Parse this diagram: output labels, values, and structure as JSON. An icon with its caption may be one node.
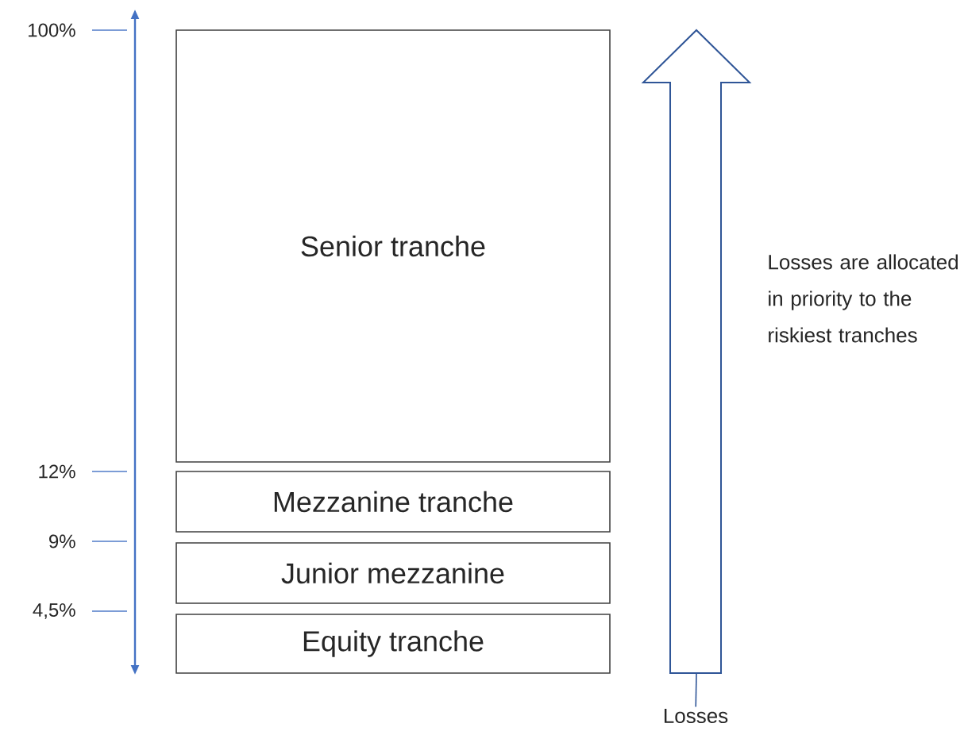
{
  "diagram": {
    "nodes": [
      {
        "text": [
          "Senior tranche"
        ]
      },
      {
        "text": [
          "Mezzanine tranche"
        ]
      },
      {
        "text": [
          "Junior mezzanine"
        ]
      },
      {
        "text": [
          "Equity tranche"
        ]
      },
      {
        "text": [],
        "shape": "arrow",
        "beside": [
          "Losses are allocated in priority to the riskiest tranches"
        ]
      },
      {
        "text": [
          "Losses"
        ]
      }
    ],
    "edges": [
      {
        "from": 5,
        "to": 4,
        "arrow": "none"
      }
    ],
    "labels": [
      "100%",
      "12%",
      "9%",
      "4,5%"
    ]
  }
}
